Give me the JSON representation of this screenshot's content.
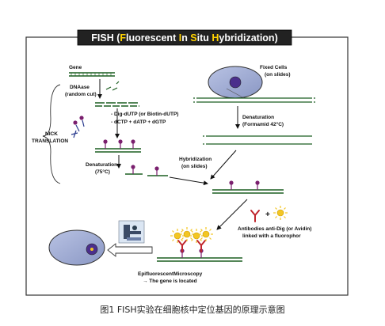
{
  "title": {
    "prefix": "FISH  (",
    "f": "F",
    "luorescent": "luorescent ",
    "i": "I",
    "n": "n ",
    "s": "S",
    "itu": "itu ",
    "h": "H",
    "ybridization": "ybridization)"
  },
  "labels": {
    "gene": "Gene",
    "dnaase_1": "DNAase",
    "dnaase_2": "(random cut)",
    "nick_1": "NICK",
    "nick_2": "TRANSLATION",
    "dig_1": "- Dig-dUTP (or Biotin-dUTP)",
    "dig_2": "- dCTP + dATP + dGTP",
    "denat_left_1": "Denaturation",
    "denat_left_2": "(75°C)",
    "fixed_1": "Fixed Cells",
    "fixed_2": "(on slides)",
    "denat_right_1": "Denaturation",
    "denat_right_2": "(Formamid 42°C)",
    "hyb_1": "Hybridization",
    "hyb_2": "(on slides)",
    "ab_1": "Antibodies anti-Dig (or Avidin)",
    "ab_2": "linked with a fluorophor",
    "plus": "+",
    "micro_1": "EpifluorescentMicroscopy",
    "micro_2": "→ The gene is located"
  },
  "caption": "图1 FISH实验在细胞核中定位基因的原理示意图",
  "colors": {
    "title_bg": "#222222",
    "title_accent": "#ffd200",
    "cell_fill": "#9aa7cf",
    "nucleus_fill": "#4b2f8c",
    "probe": "#7a1f6e",
    "strand": "#1b5e20",
    "antibody": "#c0262d",
    "fluor": "#f3c623",
    "frame": "#333333"
  }
}
